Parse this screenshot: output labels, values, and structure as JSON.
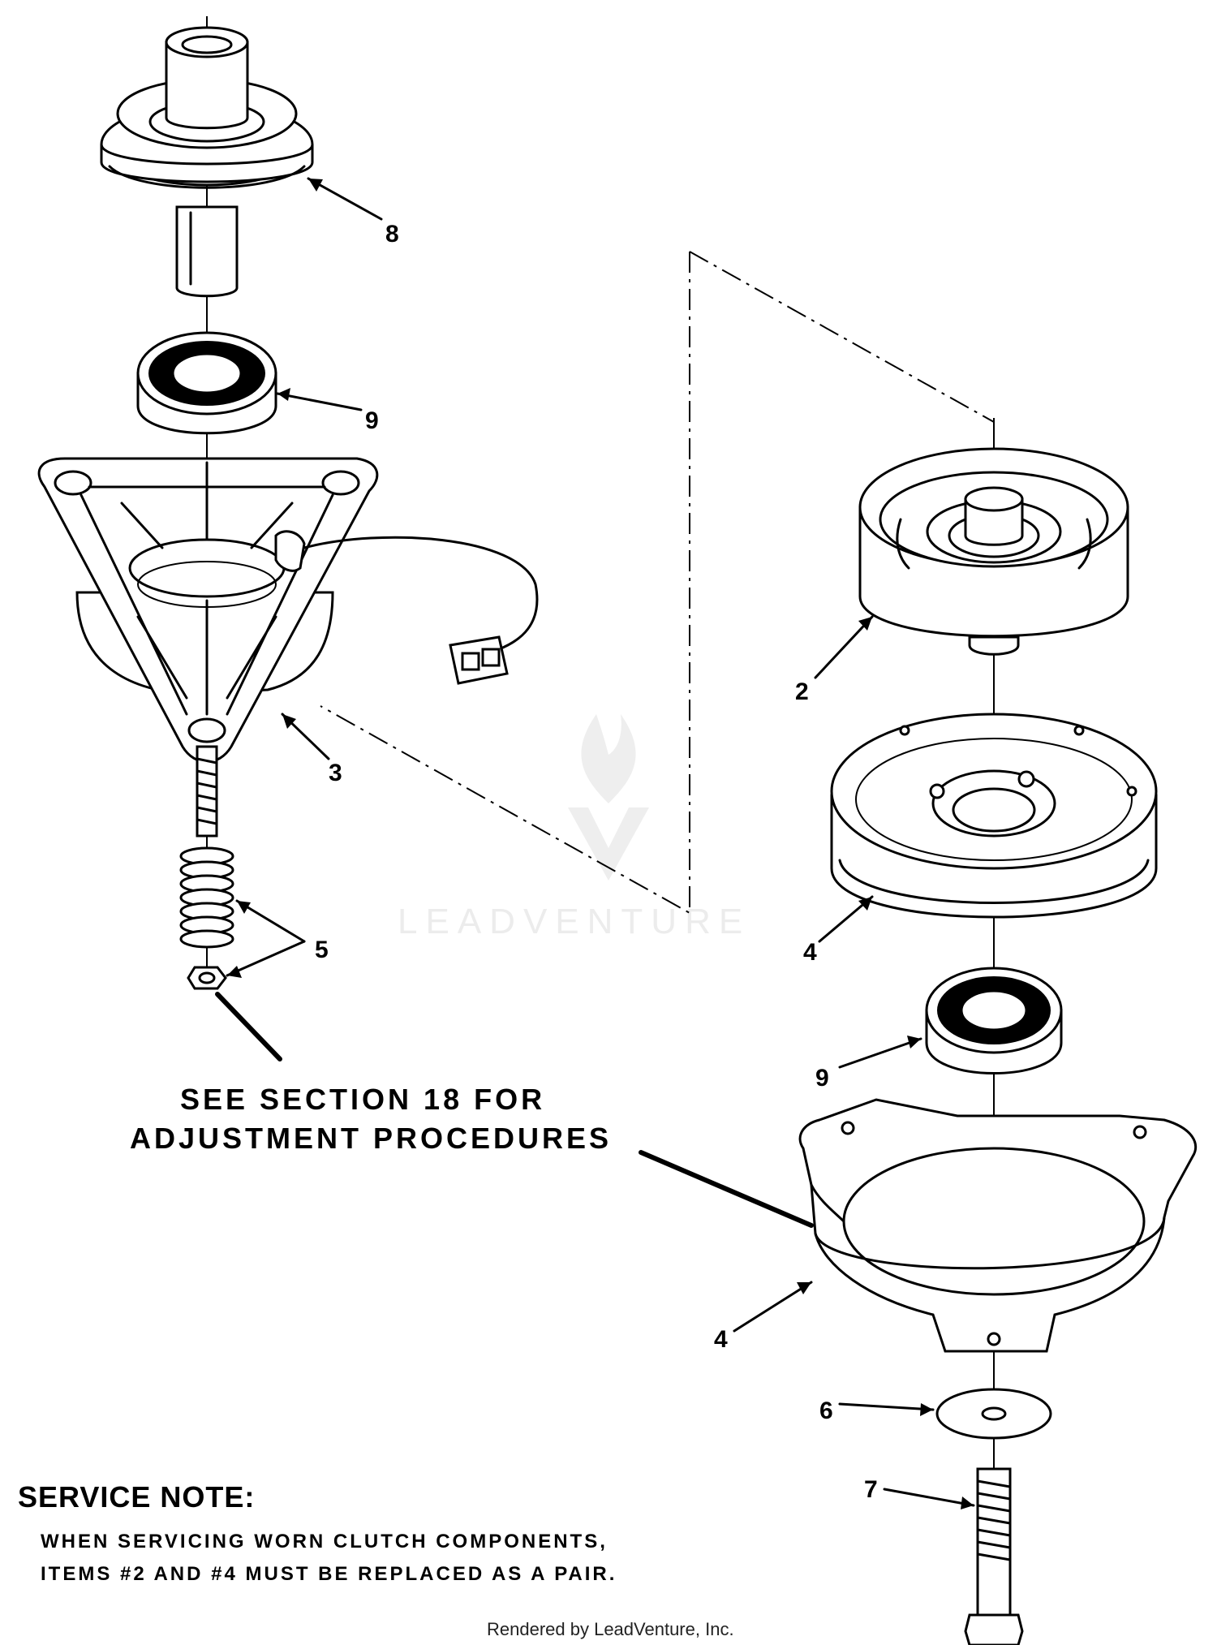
{
  "callouts": {
    "c8": "8",
    "c9_top": "9",
    "c3": "3",
    "c5": "5",
    "c2": "2",
    "c4_upper": "4",
    "c9_right": "9",
    "c4_lower": "4",
    "c6": "6",
    "c7": "7"
  },
  "notes": {
    "section_line1": "SEE SECTION 18 FOR",
    "section_line2": "ADJUSTMENT PROCEDURES",
    "service_title": "SERVICE NOTE:",
    "service_line1": "WHEN SERVICING WORN CLUTCH COMPONENTS,",
    "service_line2": "ITEMS #2 AND #4 MUST BE REPLACED AS A PAIR."
  },
  "watermark": "LEADVENTURE",
  "footer": "Rendered by LeadVenture, Inc."
}
